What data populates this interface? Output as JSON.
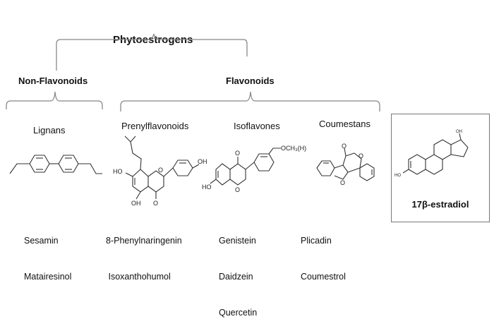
{
  "diagram": {
    "title": "Phytoestrogens",
    "groups": [
      {
        "label": "Non-Flavonoids",
        "classes": [
          {
            "name": "Lignans",
            "examples": [
              "Sesamin",
              "Matairesinol"
            ]
          }
        ]
      },
      {
        "label": "Flavonoids",
        "classes": [
          {
            "name": "Prenylflavonoids",
            "examples": [
              "8-Phenylnaringenin",
              " Isoxanthohumol"
            ]
          },
          {
            "name": "Isoflavones",
            "examples": [
              "Genistein",
              "Daidzein",
              "Quercetin"
            ]
          },
          {
            "name": "Coumestans",
            "examples": [
              "Plicadin",
              "Coumestrol"
            ]
          }
        ]
      }
    ],
    "reference": {
      "label": "17β-estradiol"
    },
    "atoms": {
      "oh": "OH",
      "ho": "HO",
      "o": "O",
      "och3": "OCH₃(H)"
    }
  }
}
